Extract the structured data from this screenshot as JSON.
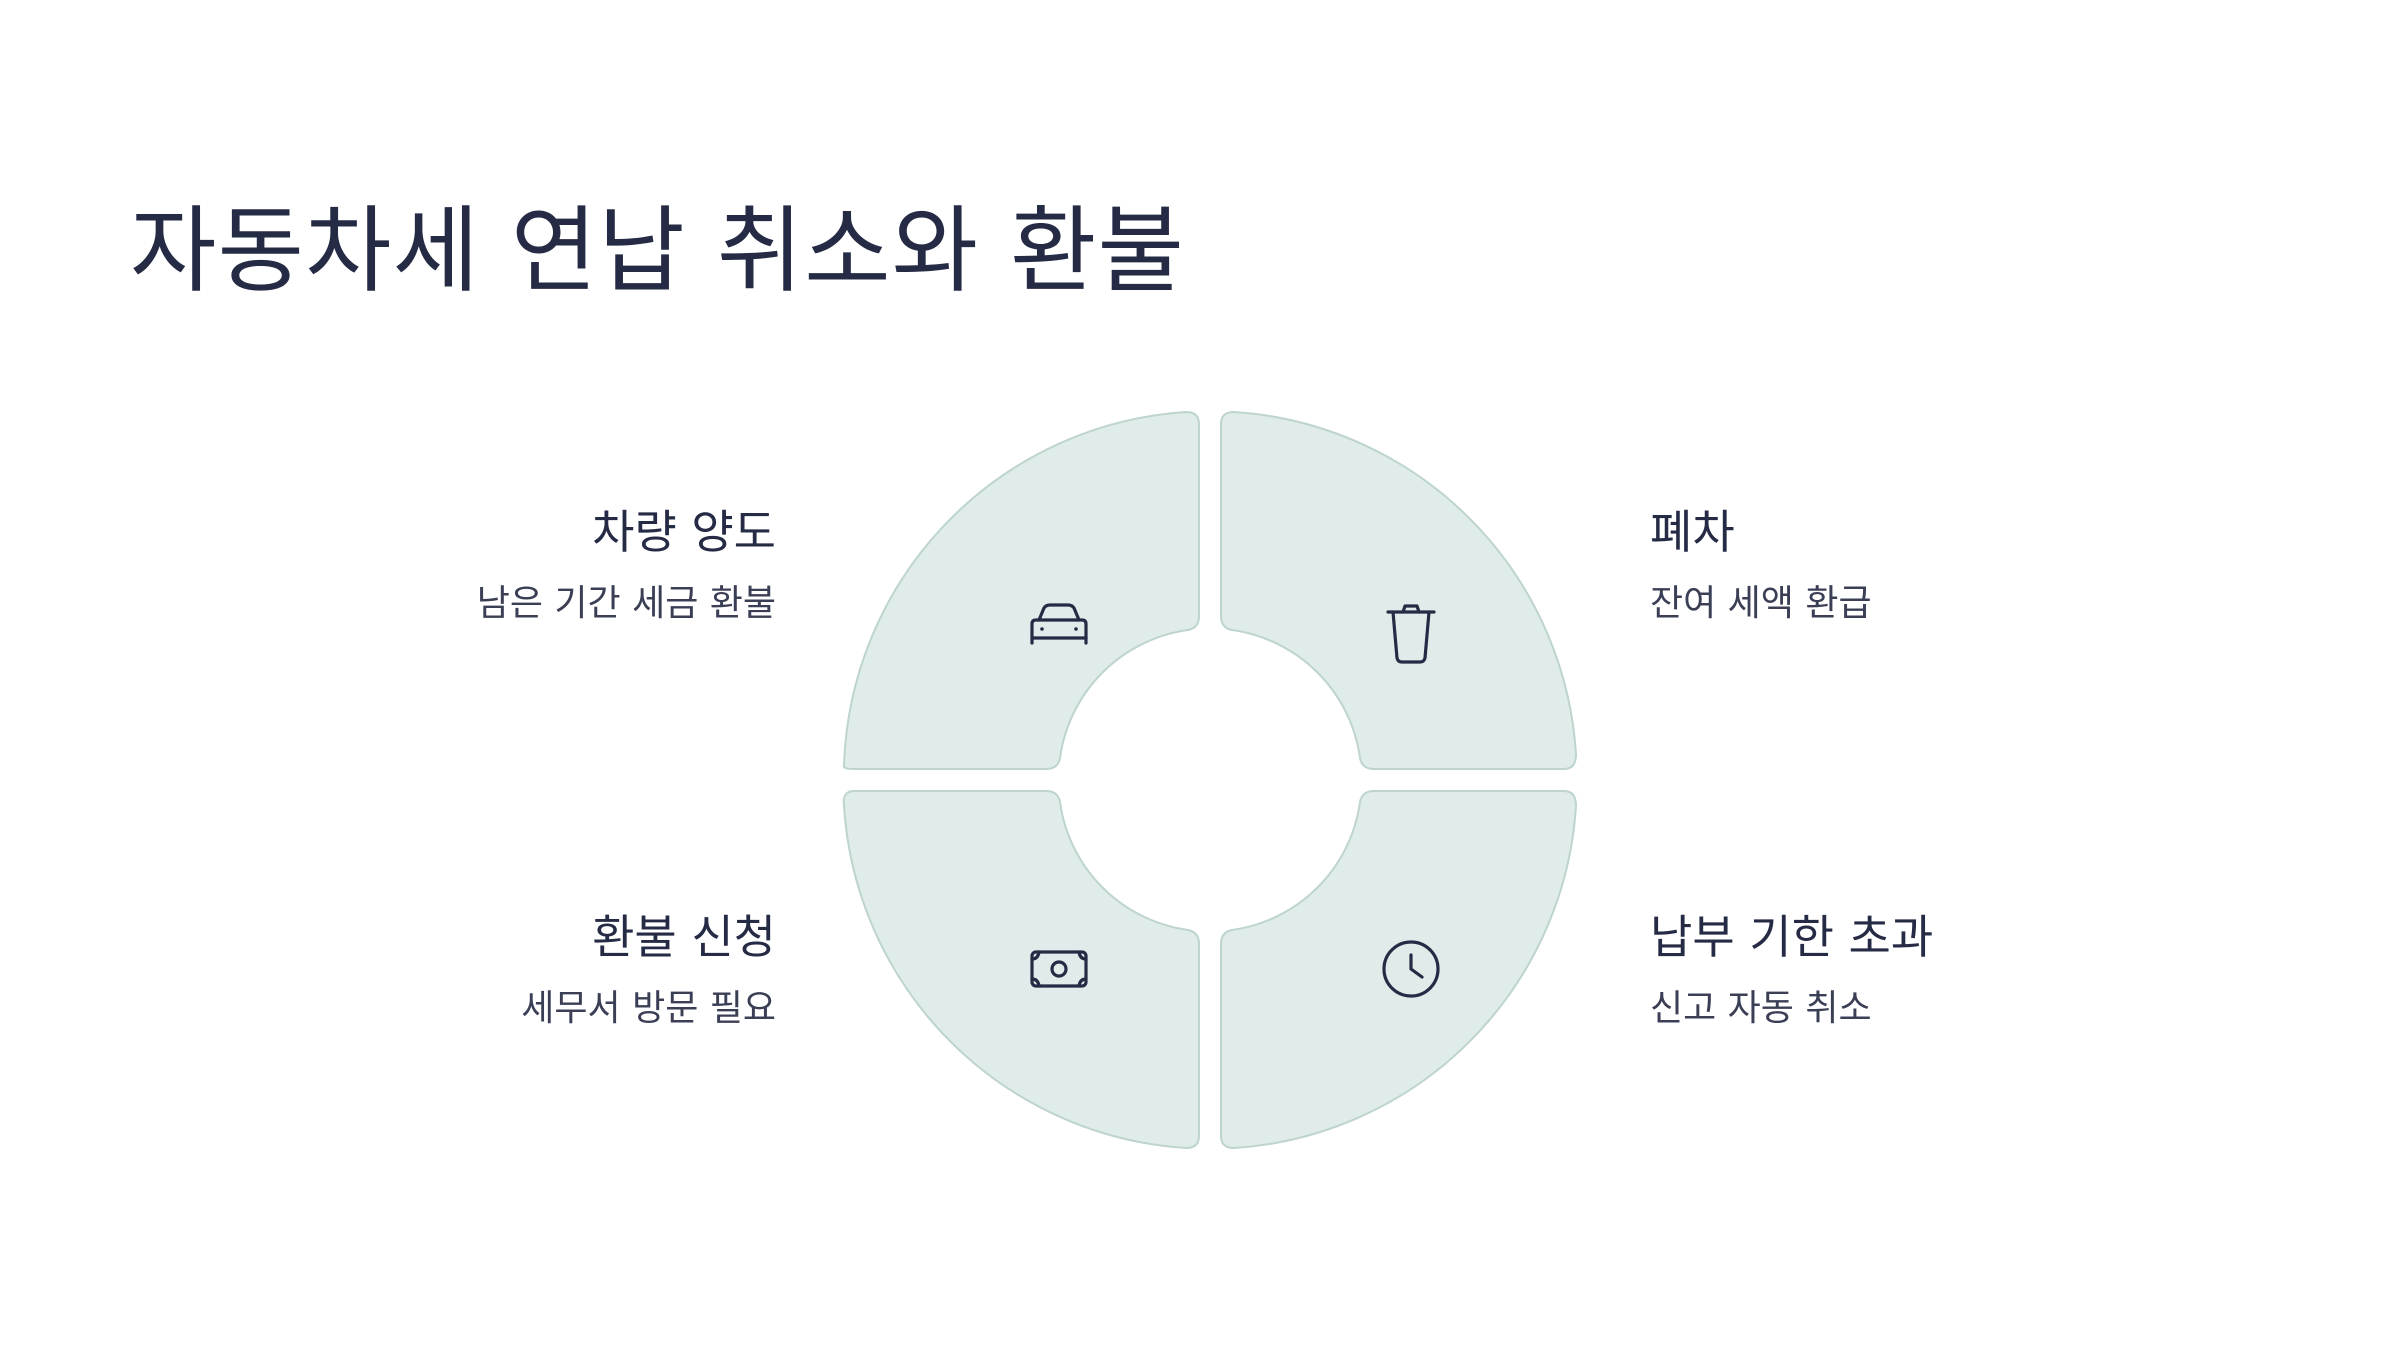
{
  "title": "자동차세 연납 취소와 환불",
  "segments": [
    {
      "position": "top-left",
      "icon": "car-icon",
      "title": "차량 양도",
      "description": "남은 기간 세금 환불"
    },
    {
      "position": "top-right",
      "icon": "trash-icon",
      "title": "폐차",
      "description": "잔여 세액 환급"
    },
    {
      "position": "bottom-left",
      "icon": "banknote-icon",
      "title": "환불 신청",
      "description": "세무서 방문 필요"
    },
    {
      "position": "bottom-right",
      "icon": "clock-icon",
      "title": "납부 기한 초과",
      "description": "신고 자동 취소"
    }
  ],
  "colors": {
    "segment_fill": "#dfece9",
    "segment_border": "#bed4ce",
    "text": "#262b45"
  }
}
